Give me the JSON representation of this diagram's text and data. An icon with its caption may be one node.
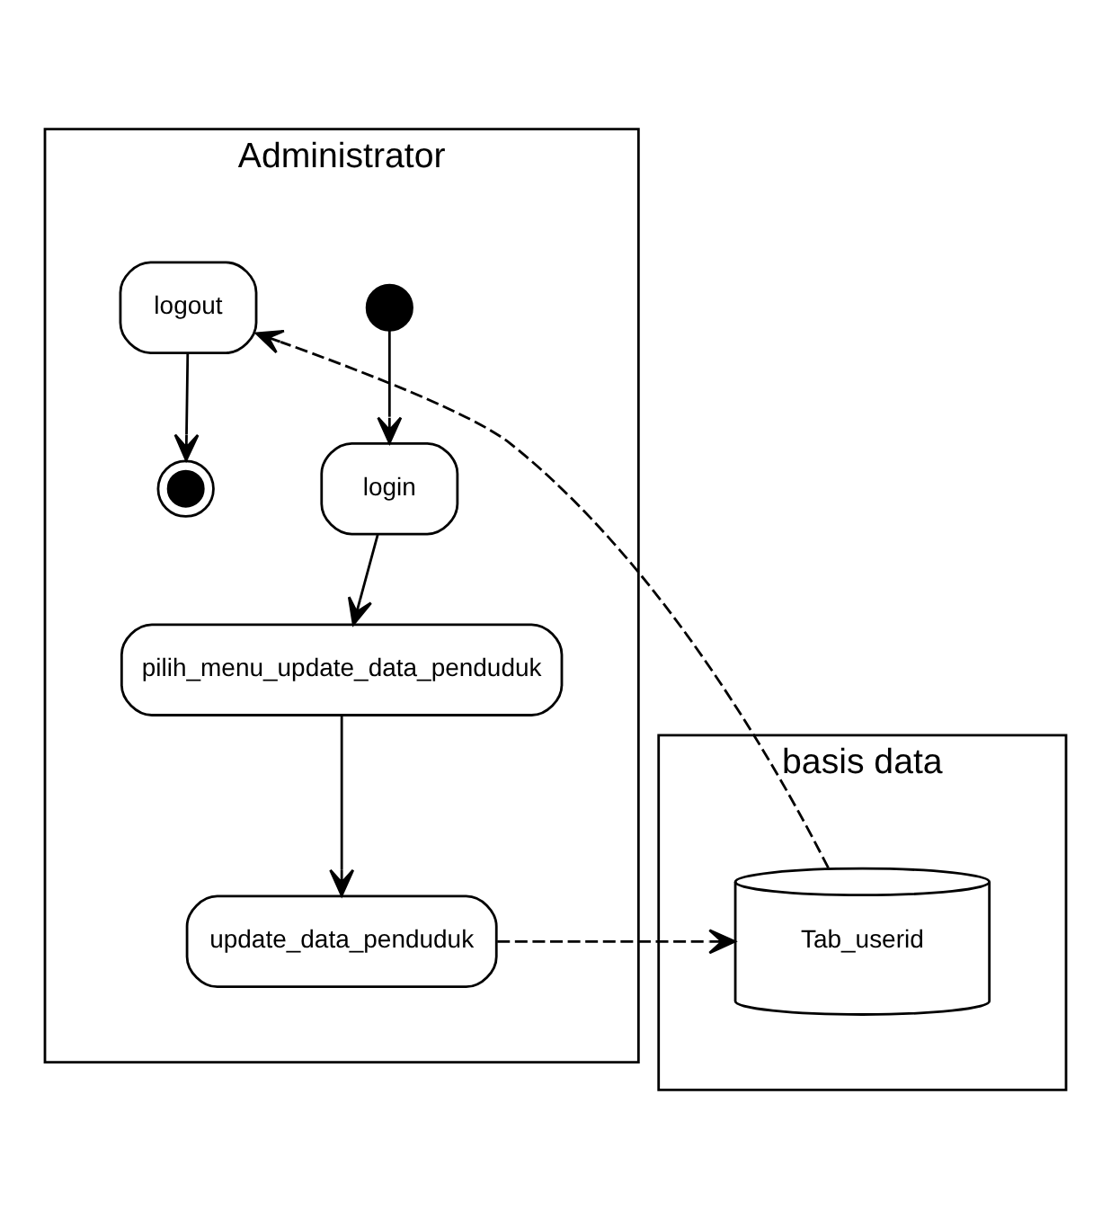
{
  "diagram": {
    "nodes": [
      {
        "text": [
          "Administrator"
        ]
      },
      {
        "text": [],
        "shape": "circle",
        "in": 0
      },
      {
        "text": [
          "login"
        ],
        "in": 0
      },
      {
        "text": [
          "pilih_menu_update_data_penduduk"
        ],
        "in": 0
      },
      {
        "text": [
          "update_data_penduduk"
        ],
        "in": 0
      },
      {
        "text": [
          "logout"
        ],
        "in": 0
      },
      {
        "text": [],
        "shape": "circle",
        "in": 0
      },
      {
        "text": [
          "basis data"
        ]
      },
      {
        "text": [
          "Tab_userid"
        ],
        "in": 7
      }
    ],
    "edges": [
      {
        "from": 1,
        "to": 2,
        "arrow": "to"
      },
      {
        "from": 2,
        "to": 3,
        "arrow": "to"
      },
      {
        "from": 3,
        "to": 4,
        "arrow": "to"
      },
      {
        "from": 4,
        "to": 8,
        "arrow": "to",
        "style": "dashed"
      },
      {
        "from": 8,
        "to": 5,
        "arrow": "to",
        "style": "dashed"
      },
      {
        "from": 5,
        "to": 6,
        "arrow": "to"
      }
    ]
  }
}
